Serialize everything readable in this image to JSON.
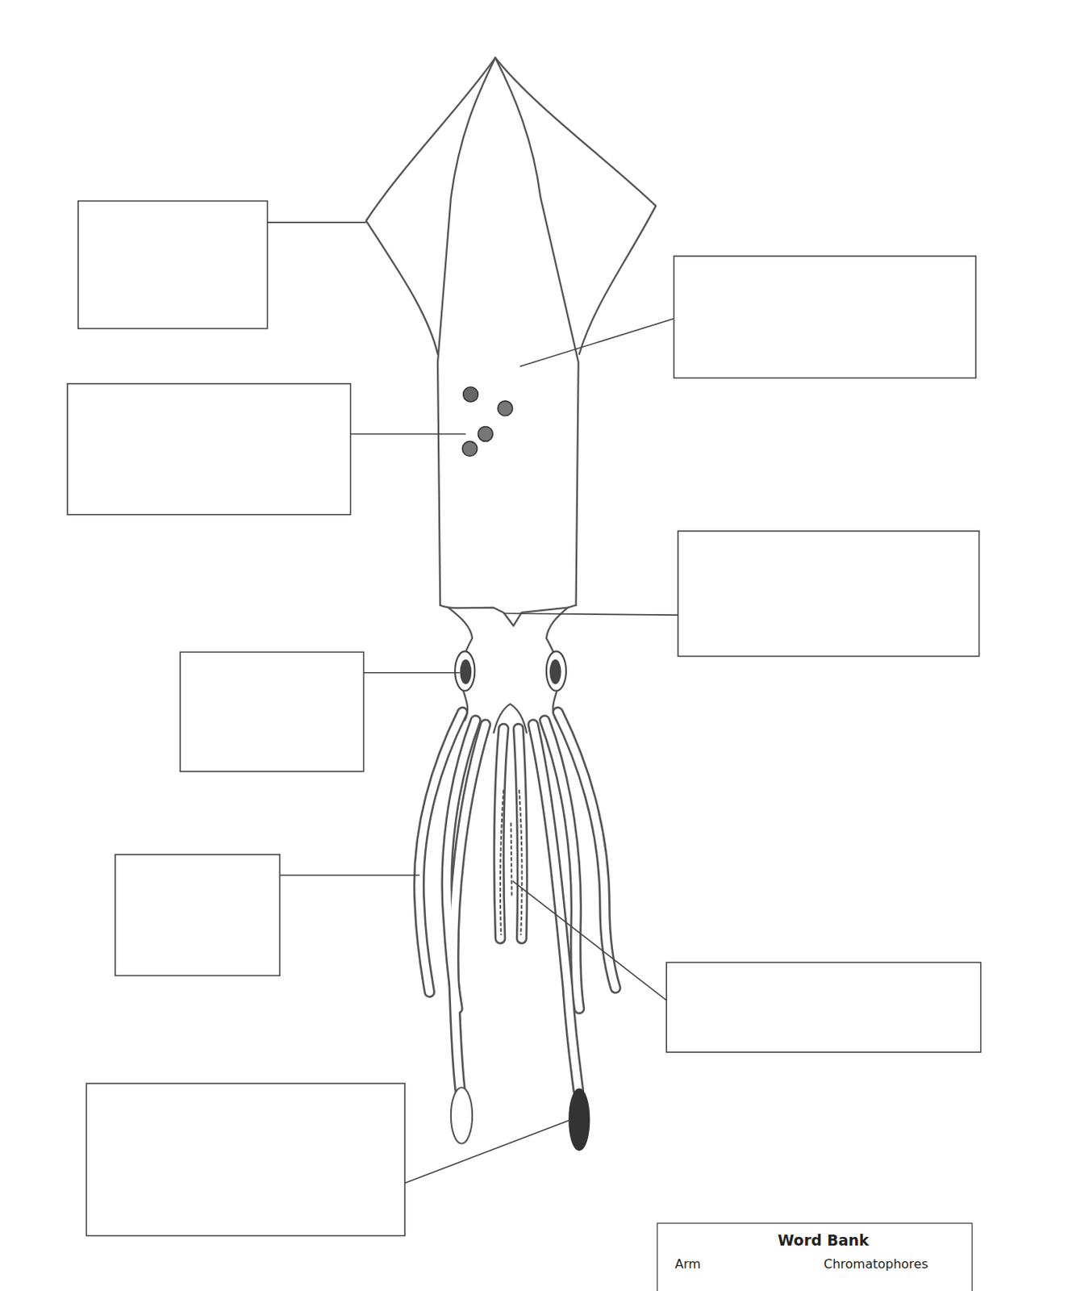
{
  "diagram": {
    "nodes": [
      {
        "text": [
          "Word Bank",
          "Arm",
          "Chromatophores"
        ]
      }
    ]
  }
}
